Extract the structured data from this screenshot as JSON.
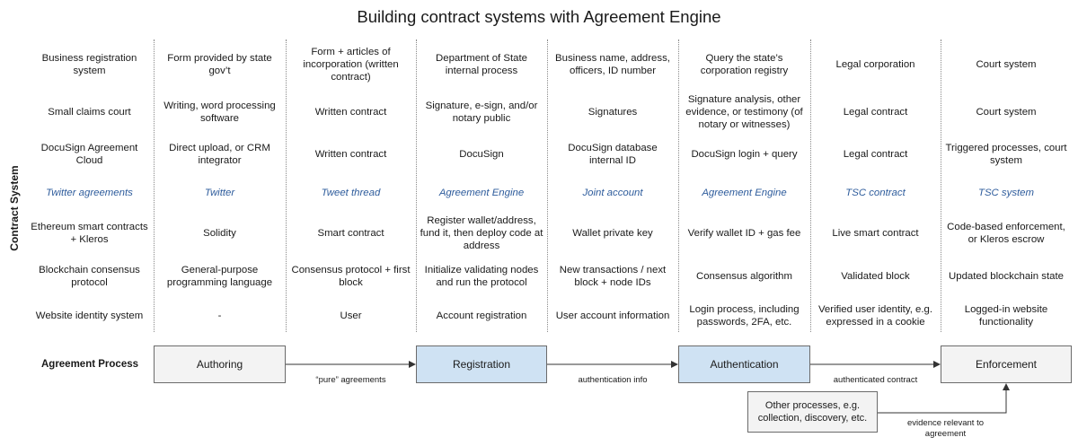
{
  "title": "Building contract systems with Agreement Engine",
  "sidebar_label": "Contract System",
  "process_label": "Agreement Process",
  "rows": [
    {
      "italic": false,
      "cells": [
        "Business registration system",
        "Form provided by state gov’t",
        "Form + articles of incorporation (written contract)",
        "Department of State internal process",
        "Business name, address, officers, ID number",
        "Query the state’s corporation registry",
        "Legal corporation",
        "Court system"
      ]
    },
    {
      "italic": false,
      "cells": [
        "Small claims court",
        "Writing, word processing software",
        "Written contract",
        "Signature, e-sign, and/or notary public",
        "Signatures",
        "Signature analysis, other evidence, or testimony (of notary or witnesses)",
        "Legal contract",
        "Court system"
      ]
    },
    {
      "italic": false,
      "cells": [
        "DocuSign Agreement Cloud",
        "Direct upload, or CRM integrator",
        "Written contract",
        "DocuSign",
        "DocuSign database internal ID",
        "DocuSign login + query",
        "Legal contract",
        "Triggered processes, court system"
      ]
    },
    {
      "italic": true,
      "cells": [
        "Twitter agreements",
        "Twitter",
        "Tweet thread",
        "Agreement Engine",
        "Joint account",
        "Agreement Engine",
        "TSC contract",
        "TSC system"
      ]
    },
    {
      "italic": false,
      "cells": [
        "Ethereum smart contracts + Kleros",
        "Solidity",
        "Smart contract",
        "Register wallet/address, fund it, then deploy code at address",
        "Wallet private key",
        "Verify wallet ID + gas fee",
        "Live smart contract",
        "Code-based enforcement, or Kleros escrow"
      ]
    },
    {
      "italic": false,
      "cells": [
        "Blockchain consensus protocol",
        "General-purpose programming language",
        "Consensus protocol + first block",
        "Initialize validating nodes and run the protocol",
        "New transactions / next block + node IDs",
        "Consensus algorithm",
        "Validated block",
        "Updated blockchain state"
      ]
    },
    {
      "italic": false,
      "cells": [
        "Website identity system",
        "-",
        "User",
        "Account registration",
        "User account information",
        "Login process, including passwords, 2FA, etc.",
        "Verified user identity, e.g. expressed in a cookie",
        "Logged-in website functionality"
      ]
    }
  ],
  "process": {
    "authoring": "Authoring",
    "registration": "Registration",
    "authentication": "Authentication",
    "enforcement": "Enforcement",
    "other": "Other processes, e.g. collection, discovery, etc."
  },
  "edges": {
    "pure": "“pure” agreements",
    "auth_info": "authentication info",
    "authenticated": "authenticated contract",
    "evidence": "evidence relevant to agreement"
  },
  "colors": {
    "italic_text": "#2e5c9c",
    "highlight_box": "#cfe2f3",
    "plain_box": "#f3f3f3"
  }
}
